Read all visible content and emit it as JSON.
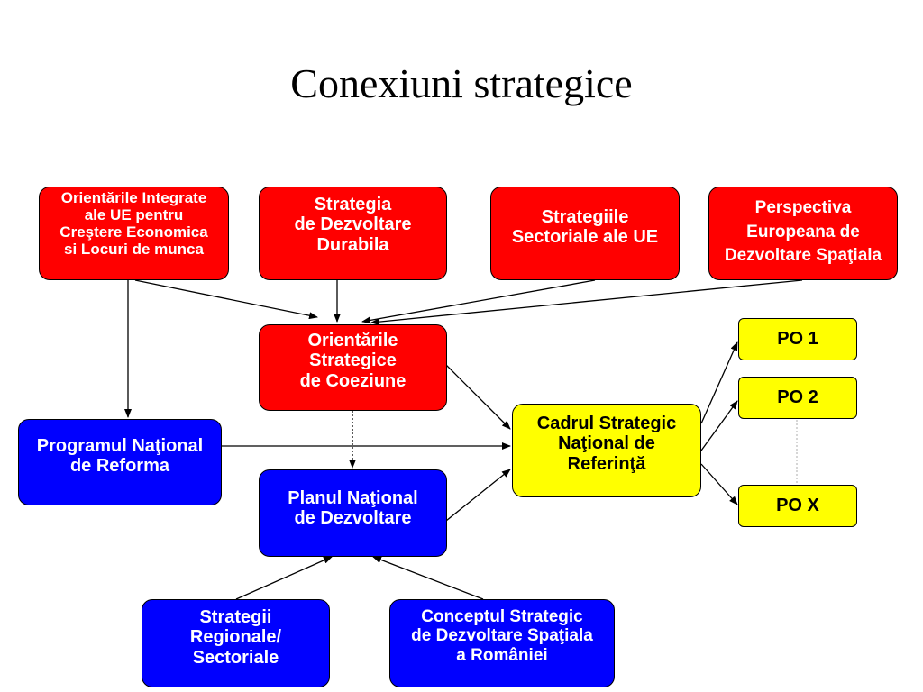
{
  "title": "Conexiuni strategice",
  "nodes": {
    "orientari_integrate": "Orientările Integrate\nale UE pentru\nCreştere Economica\nsi Locuri de munca",
    "strategia_dezvoltare_durabila": "Strategia\nde Dezvoltare\nDurabila",
    "strategiile_sectoriale_ue": "Strategiile\nSectoriale ale UE",
    "perspectiva_europeana": "Perspectiva\nEuropeana de\nDezvoltare Spaţiala",
    "orientari_strategice": "Orientările\nStrategice\nde Coeziune",
    "programul_national_reforma": "Programul Naţional\nde Reforma",
    "planul_national_dezvoltare": "Planul Naţional\nde Dezvoltare",
    "cadrul_strategic": "Cadrul Strategic\nNaţional de\nReferinţă",
    "po1": "PO 1",
    "po2": "PO 2",
    "pox": "PO X",
    "strategii_regionale": "Strategii\nRegionale/\nSectoriale",
    "conceptul_strategic": "Conceptul Strategic\nde Dezvoltare Spaţiala\na României"
  },
  "colors": {
    "red": "#ff0000",
    "blue": "#0000ff",
    "yellow": "#ffff00"
  }
}
